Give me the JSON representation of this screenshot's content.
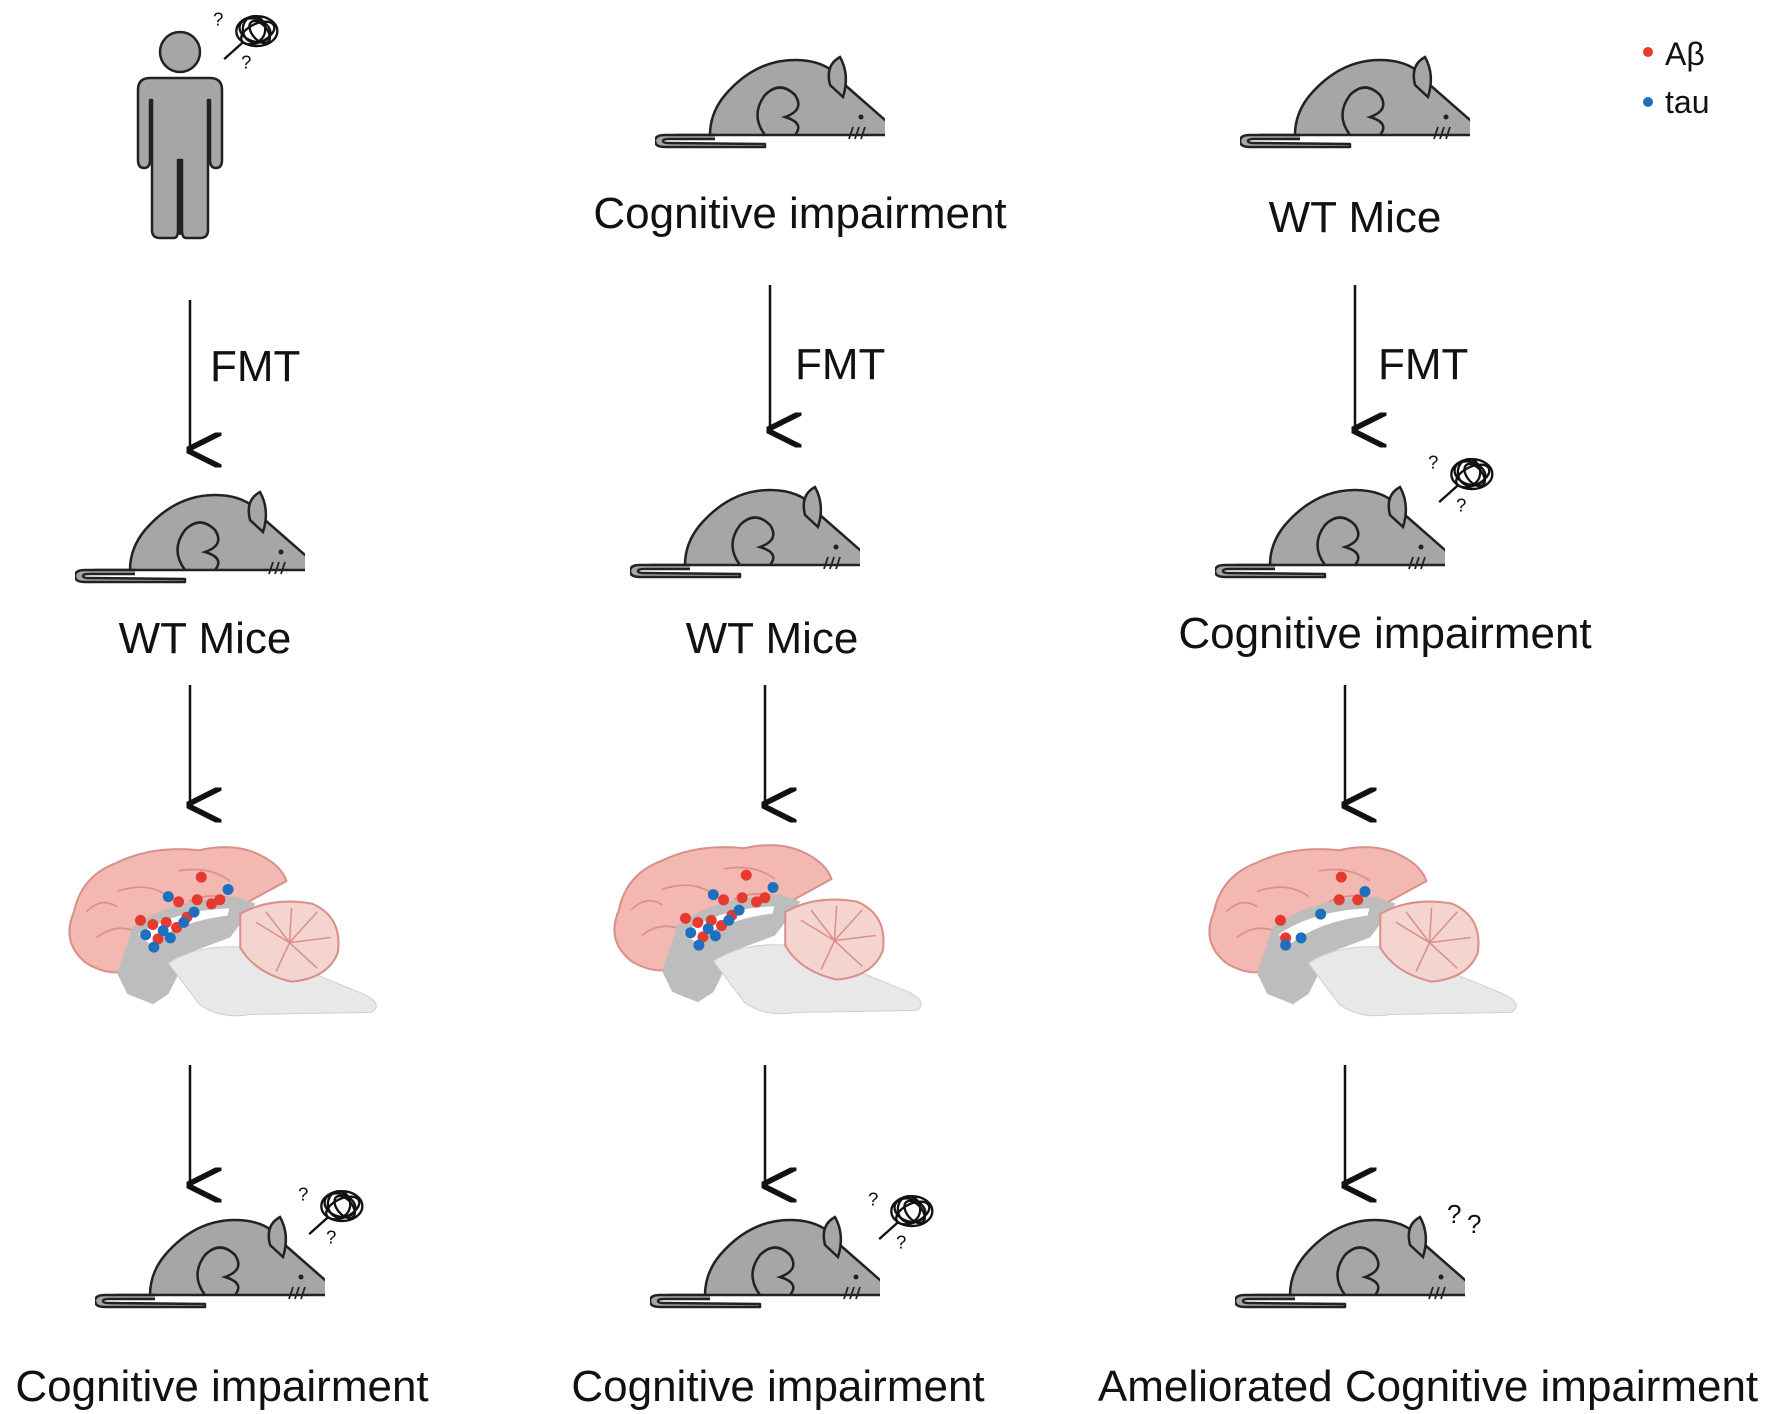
{
  "legend": {
    "items": [
      {
        "label": "Aβ",
        "color": "#e63a2e"
      },
      {
        "label": "tau",
        "color": "#1f6fbf"
      }
    ]
  },
  "columns": [
    {
      "donor_label": "",
      "fmt_label": "FMT",
      "recipient_label": "WT Mice",
      "outcome_label": "Cognitive impairment",
      "outcome_icon": "confused-scribble-icon",
      "pathology": "high"
    },
    {
      "donor_label": "Cognitive impairment",
      "fmt_label": "FMT",
      "recipient_label": "WT Mice",
      "outcome_label": "Cognitive impairment",
      "outcome_icon": "confused-scribble-icon",
      "pathology": "high"
    },
    {
      "donor_label": "WT Mice",
      "fmt_label": "FMT",
      "recipient_label": "Cognitive impairment",
      "outcome_label": "Ameliorated Cognitive impairment",
      "outcome_icon": "question-marks-icon",
      "pathology": "low"
    }
  ],
  "colors": {
    "figure_gray": "#a6a6a6",
    "figure_outline": "#222222",
    "brain_pink": "#f2b8b1",
    "brain_outline": "#d9908a",
    "brainstem_gray": "#bdbdbd"
  }
}
